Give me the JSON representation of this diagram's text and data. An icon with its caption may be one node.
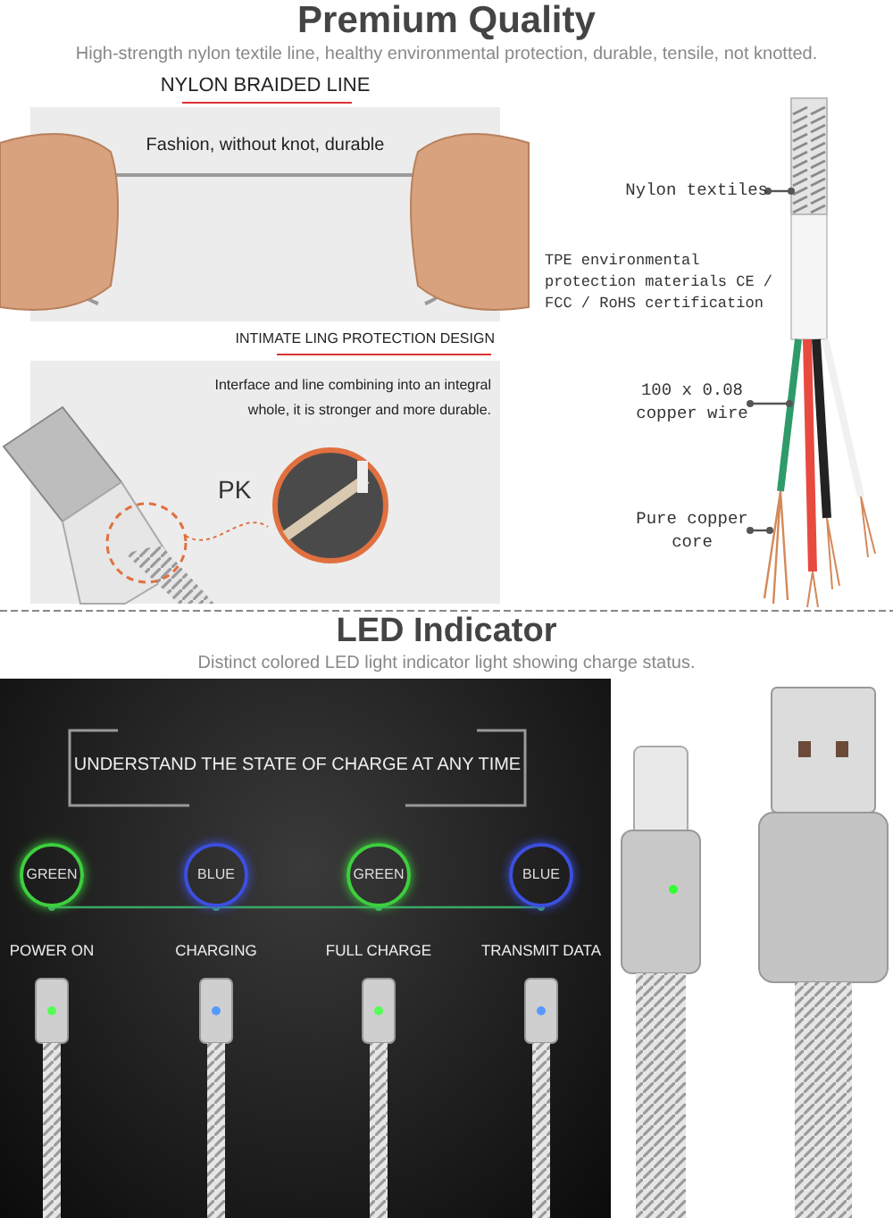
{
  "diagram": {
    "title": "Premium Quality",
    "nodes": [
      {
        "text": [
          "NYLON BRAIDED LINE",
          "Fashion, without knot, durable"
        ]
      },
      {
        "text": [
          "INTIMATE LING PROTECTION DESIGN",
          "Interface and line combining into an integral whole, it is stronger and more durable."
        ]
      },
      {
        "text": [
          "Nylon textiles"
        ]
      },
      {
        "text": [],
        "shape": "picture"
      },
      {
        "text": [
          "100 x 0.08 copper wire"
        ]
      },
      {
        "text": [],
        "shape": "picture"
      },
      {
        "text": [
          "Pure copper core"
        ]
      },
      {
        "text": [],
        "shape": "picture"
      },
      {
        "text": [
          "UNDERSTAND THE STATE OF CHARGE AT ANY TIME"
        ]
      },
      {
        "text": [
          "GREEN"
        ],
        "beside": [
          "POWER ON"
        ]
      },
      {
        "text": [
          "BLUE"
        ],
        "beside": [
          "CHARGING"
        ]
      },
      {
        "text": [
          "GREEN"
        ],
        "beside": [
          "FULL CHARGE"
        ]
      },
      {
        "text": [
          "BLUE"
        ],
        "beside": [
          "TRANSMIT DATA"
        ]
      }
    ],
    "edges": [
      {
        "from": 2,
        "to": 3,
        "arrow": "other"
      },
      {
        "from": 4,
        "to": 5,
        "arrow": "other"
      },
      {
        "from": 6,
        "to": 7,
        "arrow": "other"
      },
      {
        "from": 9,
        "to": 10,
        "arrow": "other",
        "color": "#3aa86a"
      },
      {
        "from": 10,
        "to": 11,
        "arrow": "other",
        "color": "#3aa86a"
      },
      {
        "from": 11,
        "to": 12,
        "arrow": "other",
        "color": "#3aa86a"
      }
    ],
    "labels": [
      "High-strength nylon textile line, healthy environmental protection, durable, tensile, not knotted.",
      "TPE environmental protection materials CE / FCC / RoHS certification",
      "PK",
      "LED Indicator",
      "Distinct colored LED light indicator light showing charge status."
    ]
  }
}
